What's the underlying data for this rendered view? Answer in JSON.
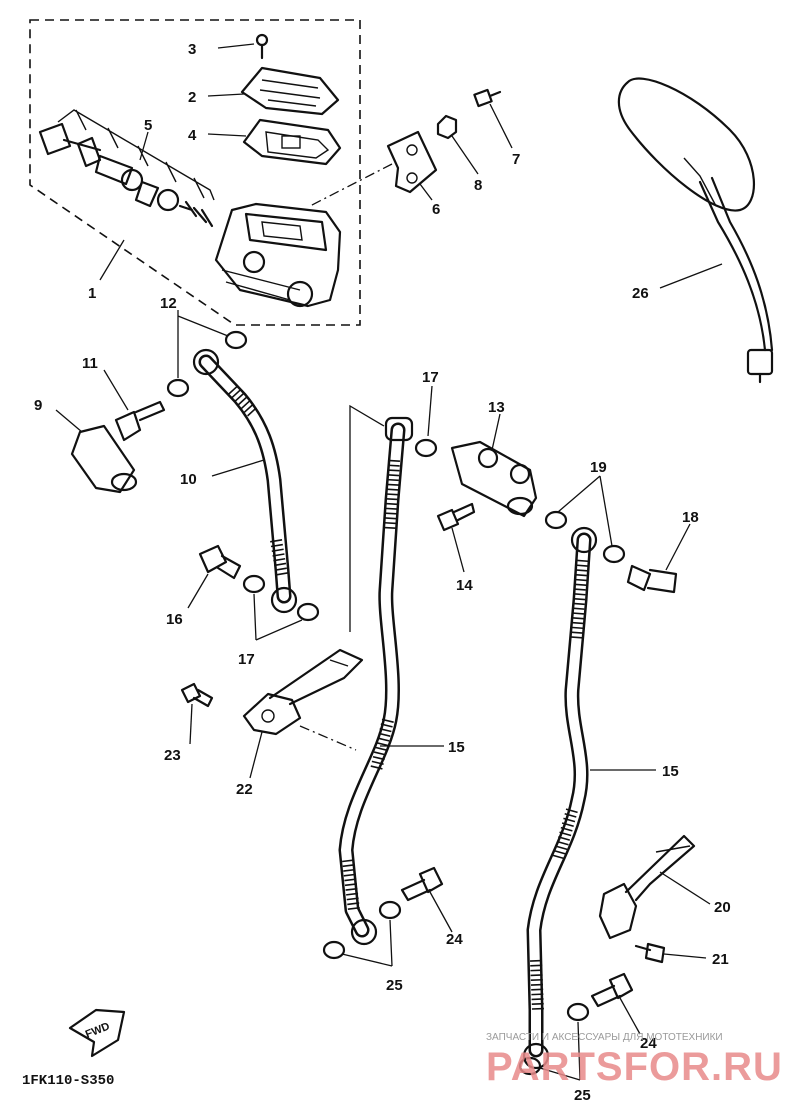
{
  "callouts": {
    "c1": "1",
    "c2": "2",
    "c3": "3",
    "c4": "4",
    "c5": "5",
    "c6": "6",
    "c7": "7",
    "c8": "8",
    "c9": "9",
    "c10": "10",
    "c11": "11",
    "c12": "12",
    "c13": "13",
    "c14": "14",
    "c15a": "15",
    "c15b": "15",
    "c16": "16",
    "c17a": "17",
    "c17b": "17",
    "c18": "18",
    "c19": "19",
    "c20": "20",
    "c21": "21",
    "c22": "22",
    "c23": "23",
    "c24a": "24",
    "c24b": "24",
    "c25a": "25",
    "c25b": "25",
    "c26": "26"
  },
  "footer": {
    "diagram_code": "1FK110-S350",
    "fwd_label": "FWD"
  },
  "watermark": {
    "tagline": "ЗАПЧАСТИ И АКСЕССУАРЫ ДЛЯ МОТОТЕХНИКИ",
    "brand": "PARTSFOR.RU"
  }
}
